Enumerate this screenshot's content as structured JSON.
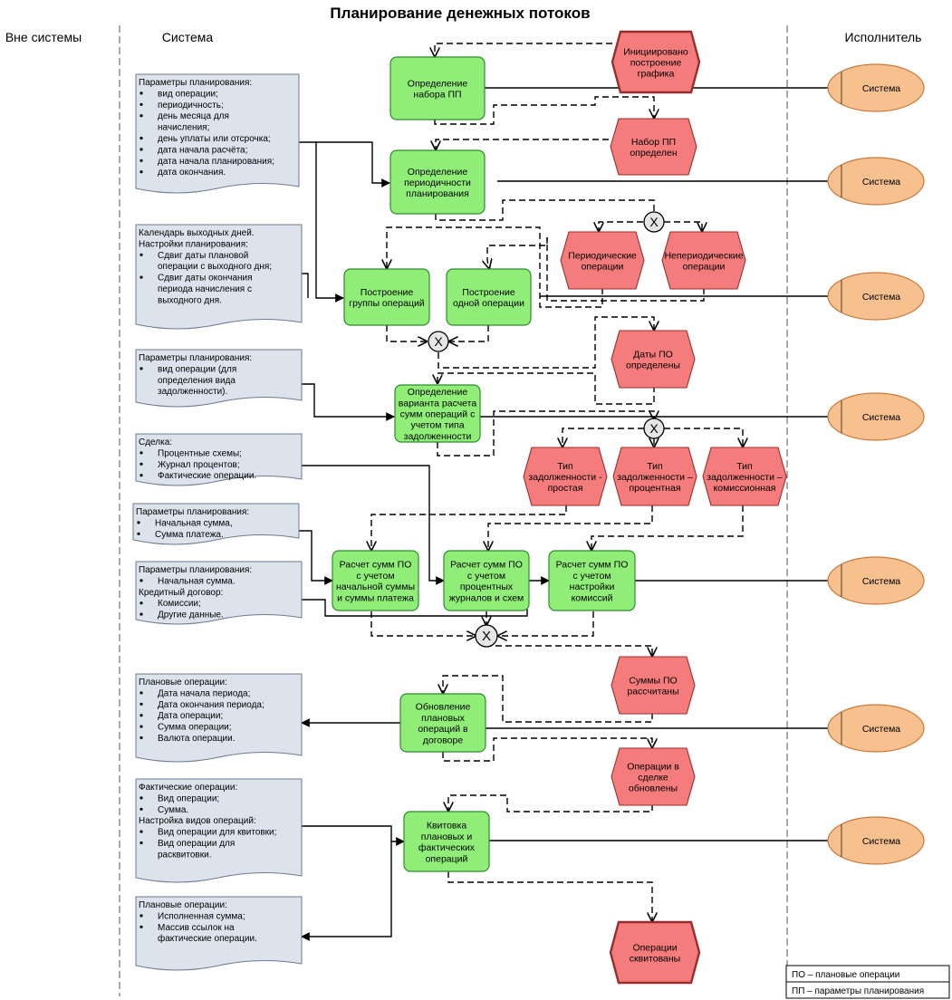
{
  "title": "Планирование денежных потоков",
  "columns": {
    "outside": "Вне системы",
    "system": "Система",
    "executor": "Исполнитель"
  },
  "documents": [
    {
      "id": "d1",
      "lines": [
        {
          "t": "Параметры планирования:",
          "b": false
        },
        {
          "t": "вид операции;",
          "b": true
        },
        {
          "t": "периодичность;",
          "b": true
        },
        {
          "t": "день месяца для",
          "b": true
        },
        {
          "t": "начисления;",
          "b": false,
          "indent": true
        },
        {
          "t": "день уплаты или отсрочка;",
          "b": true
        },
        {
          "t": "дата начала расчёта;",
          "b": true
        },
        {
          "t": "дата начала планирования;",
          "b": true
        },
        {
          "t": "дата окончания.",
          "b": true
        }
      ]
    },
    {
      "id": "d2",
      "lines": [
        {
          "t": "Календарь выходных дней.",
          "b": false
        },
        {
          "t": "Настройки планирования:",
          "b": false
        },
        {
          "t": "Сдвиг даты плановой",
          "b": true
        },
        {
          "t": "операции с выходного дня;",
          "b": false,
          "indent": true
        },
        {
          "t": "Сдвиг даты окончания",
          "b": true
        },
        {
          "t": "периода начисления с",
          "b": false,
          "indent": true
        },
        {
          "t": "выходного дня.",
          "b": false,
          "indent": true
        }
      ]
    },
    {
      "id": "d3",
      "lines": [
        {
          "t": "Параметры планирования:",
          "b": false
        },
        {
          "t": "вид операции (для",
          "b": true
        },
        {
          "t": "определения вида",
          "b": false,
          "indent": true
        },
        {
          "t": "задолженности).",
          "b": false,
          "indent": true
        }
      ]
    },
    {
      "id": "d4",
      "lines": [
        {
          "t": "Сделка:",
          "b": false
        },
        {
          "t": "Процентные схемы;",
          "b": true
        },
        {
          "t": "Журнал процентов;",
          "b": true
        },
        {
          "t": "Фактические операции.",
          "b": true
        }
      ]
    },
    {
      "id": "d5",
      "lines": [
        {
          "t": "Параметры планирования:",
          "b": false
        },
        {
          "t": "Начальная сумма,",
          "b": true
        },
        {
          "t": "Сумма платежа.",
          "b": true
        }
      ]
    },
    {
      "id": "d6",
      "lines": [
        {
          "t": "Параметры планирования:",
          "b": false
        },
        {
          "t": "Начальная сумма.",
          "b": true
        },
        {
          "t": "Кредитный договор:",
          "b": false
        },
        {
          "t": "Комиссии;",
          "b": true
        },
        {
          "t": "Другие данные.",
          "b": true
        }
      ]
    },
    {
      "id": "d7",
      "lines": [
        {
          "t": "Плановые операции:",
          "b": false
        },
        {
          "t": "Дата начала периода;",
          "b": true
        },
        {
          "t": "Дата окончания периода;",
          "b": true
        },
        {
          "t": "Дата операции;",
          "b": true
        },
        {
          "t": "Сумма операции;",
          "b": true
        },
        {
          "t": "Валюта операции.",
          "b": true
        }
      ]
    },
    {
      "id": "d8",
      "lines": [
        {
          "t": "Фактические операции:",
          "b": false
        },
        {
          "t": "Вид операции;",
          "b": true
        },
        {
          "t": "Сумма.",
          "b": true
        },
        {
          "t": "Настройка видов операций:",
          "b": false
        },
        {
          "t": "Вид операции для квитовки;",
          "b": true
        },
        {
          "t": "Вид операции для",
          "b": true
        },
        {
          "t": "расквитовки.",
          "b": false,
          "indent": true
        }
      ]
    },
    {
      "id": "d9",
      "lines": [
        {
          "t": "Плановые операции:",
          "b": false
        },
        {
          "t": "Исполненная сумма;",
          "b": true
        },
        {
          "t": "Массив ссылок на",
          "b": true
        },
        {
          "t": "фактические операции.",
          "b": false,
          "indent": true
        }
      ]
    }
  ],
  "functions": [
    {
      "id": "f1",
      "lines": [
        "Определение",
        "набора ПП"
      ]
    },
    {
      "id": "f2",
      "lines": [
        "Определение",
        "периодичности",
        "планирования"
      ]
    },
    {
      "id": "f3",
      "lines": [
        "Построение",
        "группы операций"
      ]
    },
    {
      "id": "f4",
      "lines": [
        "Построение",
        "одной операции"
      ]
    },
    {
      "id": "f5",
      "lines": [
        "Определение",
        "варианта расчета",
        "сумм операций с",
        "учетом типа",
        "задолженности"
      ]
    },
    {
      "id": "f6",
      "lines": [
        "Расчет сумм ПО",
        "с учетом",
        "начальной суммы",
        "и суммы платежа"
      ]
    },
    {
      "id": "f7",
      "lines": [
        "Расчет сумм ПО",
        "с учетом",
        "процентных",
        "журналов и схем"
      ]
    },
    {
      "id": "f8",
      "lines": [
        "Расчет сумм ПО",
        "с учетом",
        "настройки",
        "комиссий"
      ]
    },
    {
      "id": "f9",
      "lines": [
        "Обновление",
        "плановых",
        "операций в",
        "договоре"
      ]
    },
    {
      "id": "f10",
      "lines": [
        "Квитовка",
        "плановых и",
        "фактических",
        "операций"
      ]
    }
  ],
  "events": [
    {
      "id": "e1",
      "lines": [
        "Инициировано",
        "построение",
        "графика"
      ]
    },
    {
      "id": "e2",
      "lines": [
        "Набор ПП",
        "определен"
      ]
    },
    {
      "id": "e3",
      "lines": [
        "Периодические",
        "операции"
      ]
    },
    {
      "id": "e4",
      "lines": [
        "Непериодические",
        "операции"
      ]
    },
    {
      "id": "e5",
      "lines": [
        "Даты ПО",
        "определены"
      ]
    },
    {
      "id": "e6",
      "lines": [
        "Тип",
        "задолженности -",
        "простая"
      ]
    },
    {
      "id": "e7",
      "lines": [
        "Тип",
        "задолженности –",
        "процентная"
      ]
    },
    {
      "id": "e8",
      "lines": [
        "Тип",
        "задолженности –",
        "комиссионная"
      ]
    },
    {
      "id": "e9",
      "lines": [
        "Суммы ПО",
        "рассчитаны"
      ]
    },
    {
      "id": "e10",
      "lines": [
        "Операции в",
        "сделке",
        "обновлены"
      ]
    },
    {
      "id": "e11",
      "lines": [
        "Операции",
        "сквитованы"
      ]
    }
  ],
  "actors": [
    {
      "id": "a1",
      "label": "Система"
    },
    {
      "id": "a2",
      "label": "Система"
    },
    {
      "id": "a3",
      "label": "Система"
    },
    {
      "id": "a4",
      "label": "Система"
    },
    {
      "id": "a5",
      "label": "Система"
    },
    {
      "id": "a6",
      "label": "Система"
    },
    {
      "id": "a7",
      "label": "Система"
    }
  ],
  "connector_symbol": "X",
  "legend": [
    "ПО – плановые операции",
    "ПП – параметры планирования"
  ],
  "colors": {
    "function_fill": "#90EE78",
    "function_stroke": "#2E8B2E",
    "event_fill": "#F47C7C",
    "event_stroke": "#9B2C2C",
    "actor_fill": "#F6C08F",
    "actor_stroke": "#C9783A",
    "document_fill": "#DCE3EC",
    "document_stroke": "#6E7B8C",
    "connector_fill": "#E6E6E6"
  }
}
